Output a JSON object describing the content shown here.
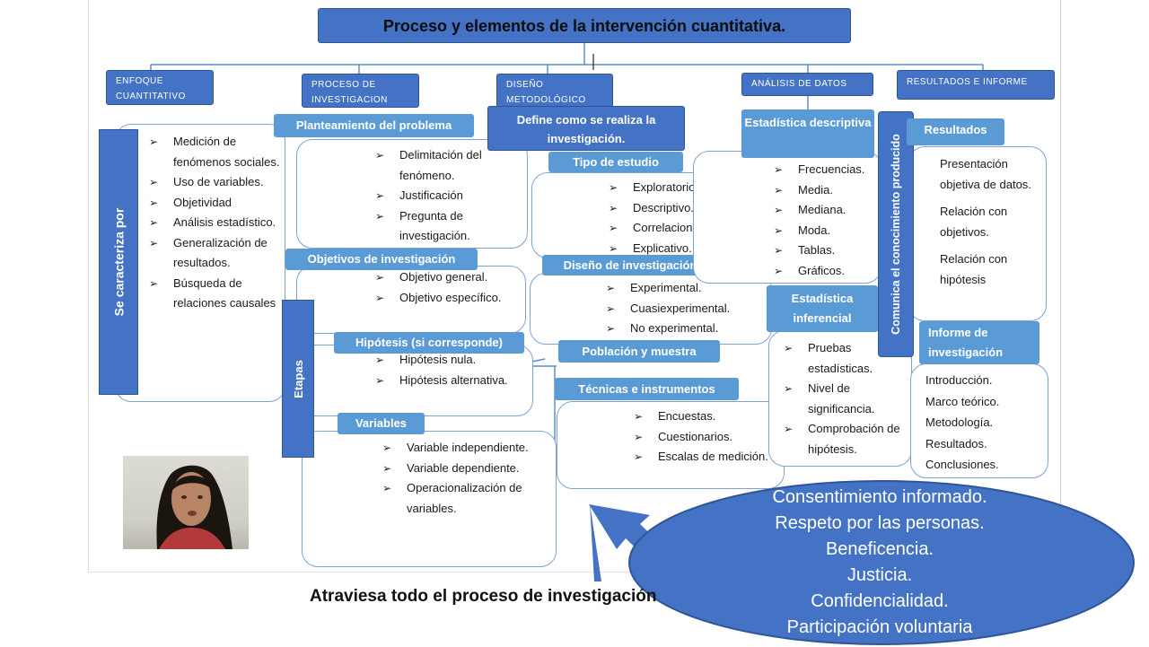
{
  "title": "Proceso y elementos de la intervención cuantitativa.",
  "headers": {
    "enfoque": "ENFOQUE CUANTITATIVO",
    "proceso": "PROCESO DE INVESTIGACION",
    "diseno": "DISEÑO METODOLÓGICO",
    "analisis": "ANÁLISIS DE DATOS",
    "resultados": "RESULTADOS E INFORME"
  },
  "enfoque": {
    "vertical_label": "Se caracteriza por",
    "items": [
      "Medición de fenómenos sociales.",
      "Uso de variables.",
      "Objetividad",
      "Análisis estadístico.",
      "Generalización de resultados.",
      "Búsqueda de relaciones causales"
    ]
  },
  "proceso": {
    "vertical_label": "Etapas",
    "planteamiento": {
      "label": "Planteamiento del problema",
      "items": [
        "Delimitación del fenómeno.",
        "Justificación",
        "Pregunta de investigación."
      ]
    },
    "objetivos": {
      "label": "Objetivos de investigación",
      "items": [
        "Objetivo general.",
        "Objetivo específico."
      ]
    },
    "hipotesis": {
      "label": "Hipótesis (si corresponde)",
      "items": [
        "Hipótesis nula.",
        "Hipótesis alternativa."
      ]
    },
    "variables": {
      "label": "Variables",
      "items": [
        "Variable independiente.",
        "Variable dependiente.",
        "Operacionalización de variables."
      ]
    }
  },
  "diseno": {
    "define": "Define como se realiza la investigación.",
    "tipo": {
      "label": "Tipo de estudio",
      "items": [
        "Exploratorio.",
        "Descriptivo.",
        "Correlacional.",
        "Explicativo."
      ]
    },
    "diseno_inv": {
      "label": "Diseño de investigación",
      "items": [
        "Experimental.",
        "Cuasiexperimental.",
        "No experimental."
      ]
    },
    "poblacion": "Población y muestra",
    "tecnicas": {
      "label": "Técnicas e instrumentos",
      "items": [
        "Encuestas.",
        "Cuestionarios.",
        "Escalas de medición."
      ]
    }
  },
  "analisis": {
    "descriptiva": {
      "label": "Estadística descriptiva",
      "items": [
        "Frecuencias.",
        "Media.",
        "Mediana.",
        "Moda.",
        "Tablas.",
        "Gráficos."
      ]
    },
    "inferencial": {
      "label": "Estadística inferencial",
      "items": [
        "Pruebas estadísticas.",
        "Nivel de significancia.",
        "Comprobación de hipótesis."
      ]
    }
  },
  "resultados": {
    "vertical_label": "Comunica el conocimiento producido",
    "resultados": {
      "label": "Resultados",
      "items": [
        "Presentación objetiva de datos.",
        "Relación con objetivos.",
        "Relación con hipótesis"
      ]
    },
    "informe": {
      "label": "Informe de investigación",
      "items": [
        "Introducción.",
        "Marco teórico.",
        "Metodología.",
        "Resultados.",
        "Conclusiones."
      ]
    }
  },
  "ethics": {
    "lines": [
      "Consentimiento informado.",
      "Respeto por las personas.",
      "Beneficencia.",
      "Justicia.",
      "Confidencialidad.",
      "Participación voluntaria"
    ],
    "caption": "Atraviesa todo el proceso de investigación"
  },
  "colors": {
    "dark_blue": "#4472c4",
    "light_blue": "#5b9bd5",
    "bubble_border": "#7fa2d4"
  }
}
